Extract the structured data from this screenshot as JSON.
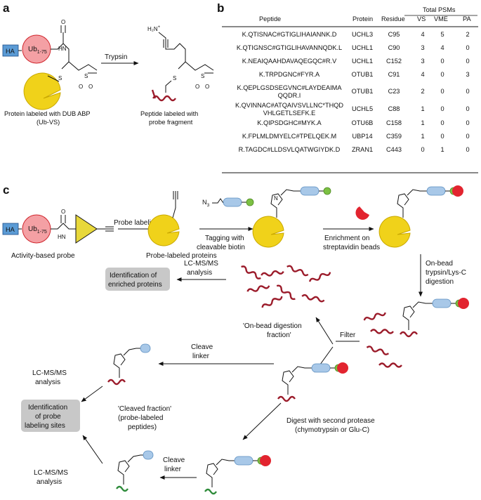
{
  "panels": {
    "a": "a",
    "b": "b",
    "c": "c"
  },
  "panel_a": {
    "ha": "HA",
    "ub": "Ub",
    "ub_sub": "1-75",
    "amide_nh": "HN",
    "carbonyl_o": "O",
    "sulfur": "S",
    "sulfone_s": "S",
    "sulfone_o1": "O",
    "sulfone_o2": "O",
    "trypsin": "Trypsin",
    "product_amine": "H₂N",
    "product_charge": "+",
    "left_caption_1": "Protein labeled with DUB ABP",
    "left_caption_2": "(Ub-VS)",
    "right_caption_1": "Peptide labeled with",
    "right_caption_2": "probe fragment"
  },
  "panel_b": {
    "total_psms": "Total PSMs",
    "headers": [
      "Peptide",
      "Protein",
      "Residue",
      "VS",
      "VME",
      "PA"
    ],
    "rows": [
      {
        "peptide": "K.QTISNAC#GTIGLIHAIANNK.D",
        "protein": "UCHL3",
        "residue": "C95",
        "vs": "4",
        "vme": "5",
        "pa": "2"
      },
      {
        "peptide": "K.QTIGNSC#GTIGLIHAVANNQDK.L",
        "protein": "UCHL1",
        "residue": "C90",
        "vs": "3",
        "vme": "4",
        "pa": "0"
      },
      {
        "peptide": "K.NEAIQAAHDAVAQEGQC#R.V",
        "protein": "UCHL1",
        "residue": "C152",
        "vs": "3",
        "vme": "0",
        "pa": "0"
      },
      {
        "peptide": "K.TRPDGNC#FYR.A",
        "protein": "OTUB1",
        "residue": "C91",
        "vs": "4",
        "vme": "0",
        "pa": "3"
      },
      {
        "peptide": "K.QEPLGSDSEGVNC#LAYDEAIMA",
        "peptide2": "QQDR.I",
        "protein": "OTUB1",
        "residue": "C23",
        "vs": "2",
        "vme": "0",
        "pa": "0"
      },
      {
        "peptide": "K.QVINNAC#ATQAIVSVLLNC*THQD",
        "peptide2": "VHLGETLSEFK.E",
        "protein": "UCHL5",
        "residue": "C88",
        "vs": "1",
        "vme": "0",
        "pa": "0"
      },
      {
        "peptide": "K.QIPSDGHC#MYK.A",
        "protein": "OTU6B",
        "residue": "C158",
        "vs": "1",
        "vme": "0",
        "pa": "0"
      },
      {
        "peptide": "K.FPLMLDMYELC#TPELQEK.M",
        "protein": "UBP14",
        "residue": "C359",
        "vs": "1",
        "vme": "0",
        "pa": "0"
      },
      {
        "peptide": "R.TAGDC#LLDSVLQATWGIYDK.D",
        "protein": "ZRAN1",
        "residue": "C443",
        "vs": "0",
        "vme": "1",
        "pa": "0"
      }
    ],
    "highlight_color": "#d0262d"
  },
  "panel_c": {
    "ha": "HA",
    "ub": "Ub",
    "ub_sub": "1-75",
    "amide_nh": "HN",
    "carbonyl_o": "O",
    "activity_probe": "Activity-based probe",
    "probe_labeling": "Probe labeling",
    "probe_labeled_proteins": "Probe-labeled proteins",
    "azide": "N",
    "azide_sub": "3",
    "tagging_1": "Tagging with",
    "tagging_2": "cleavable biotin",
    "enrichment_1": "Enrichment on",
    "enrichment_2": "streptavidin beads",
    "on_bead_1": "On-bead",
    "on_bead_2": "trypsin/Lys-C",
    "on_bead_3": "digestion",
    "lcms_1a": "LC-MS/MS",
    "lcms_1b": "analysis",
    "ident_enriched_1": "Identification of",
    "ident_enriched_2": "enriched proteins",
    "on_bead_fraction": "'On-bead digestion",
    "on_bead_fraction_2": "fraction'",
    "filter": "Filter",
    "cleave_1": "Cleave",
    "cleave_2": "linker",
    "lcms_2a": "LC-MS/MS",
    "lcms_2b": "analysis",
    "ident_sites_1": "Identification",
    "ident_sites_2": "of probe",
    "ident_sites_3": "labeling sites",
    "cleaved_fraction_1": "'Cleaved fraction'",
    "cleaved_fraction_2": "(probe-labeled",
    "cleaved_fraction_3": "peptides)",
    "digest_1": "Digest with second protease",
    "digest_2": "(chymotrypsin or Glu-C)",
    "lcms_3a": "LC-MS/MS",
    "lcms_3b": "analysis",
    "cleave_3a": "Cleave",
    "cleave_3b": "linker",
    "triazole_n": "N",
    "colors": {
      "ub": "#f4a0a4",
      "ha": "#5b9bd5",
      "probe": "#e8d83a",
      "protein": "#f0d21a",
      "linker": "#a8c8e8",
      "biotin": "#7cc043",
      "streptavidin": "#e2242f",
      "peptide": "#9b1b2a",
      "peptide_second": "#2e8b3a",
      "box": "#c8c8c8"
    }
  }
}
